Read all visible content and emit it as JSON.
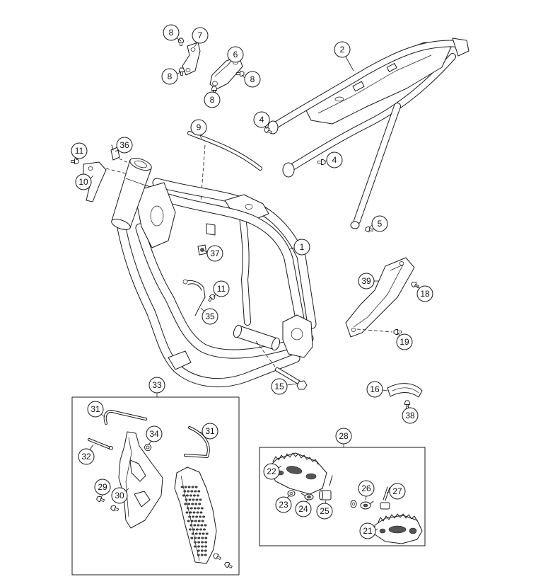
{
  "colors": {
    "line": "#1a1a1a",
    "background": "#ffffff"
  },
  "callouts": [
    {
      "label": "8"
    },
    {
      "label": "7"
    },
    {
      "label": "6"
    },
    {
      "label": "8"
    },
    {
      "label": "8"
    },
    {
      "label": "8"
    },
    {
      "label": "2"
    },
    {
      "label": "4"
    },
    {
      "label": "4"
    },
    {
      "label": "9"
    },
    {
      "label": "36"
    },
    {
      "label": "11"
    },
    {
      "label": "10"
    },
    {
      "label": "5"
    },
    {
      "label": "1"
    },
    {
      "label": "37"
    },
    {
      "label": "39"
    },
    {
      "label": "18"
    },
    {
      "label": "11"
    },
    {
      "label": "35"
    },
    {
      "label": "19"
    },
    {
      "label": "33"
    },
    {
      "label": "15"
    },
    {
      "label": "16"
    },
    {
      "label": "38"
    },
    {
      "label": "31"
    },
    {
      "label": "34"
    },
    {
      "label": "31"
    },
    {
      "label": "28"
    },
    {
      "label": "32"
    },
    {
      "label": "22"
    },
    {
      "label": "29"
    },
    {
      "label": "30"
    },
    {
      "label": "26"
    },
    {
      "label": "27"
    },
    {
      "label": "23"
    },
    {
      "label": "24"
    },
    {
      "label": "25"
    },
    {
      "label": "21"
    }
  ]
}
